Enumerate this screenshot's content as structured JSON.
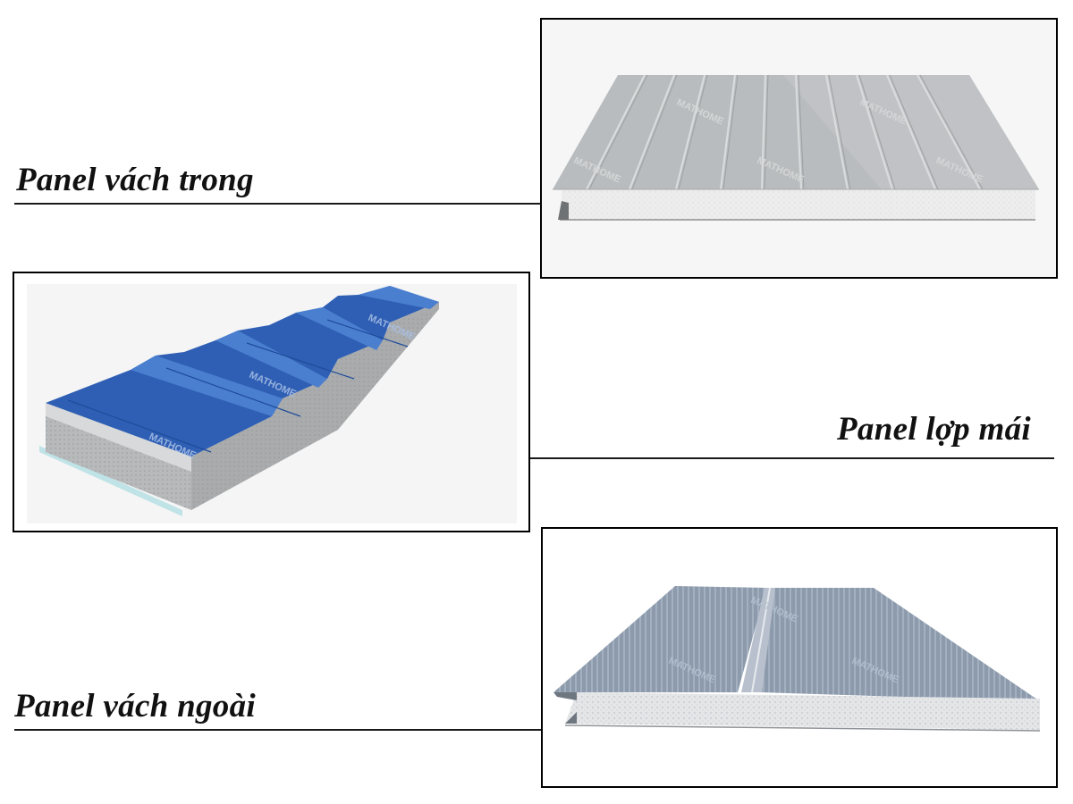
{
  "sections": [
    {
      "caption": "Panel vách trong",
      "image_alt": "Tấm panel vách trong màu xám bạc có rãnh dọc, lõi xốp EPS trắng",
      "watermark": "MATHOME",
      "colors": {
        "surface": "#b9bcbe",
        "core": "#eeeeee",
        "groove": "#d8dadb"
      }
    },
    {
      "caption": "Panel lợp mái",
      "image_alt": "Tấm panel lợp mái tôn sóng màu xanh dương, lõi xốp",
      "watermark": "MATHOME",
      "colors": {
        "surface": "#2f5fb4",
        "core": "#b4b6b8",
        "base": "#bfe3e6"
      }
    },
    {
      "caption": "Panel vách ngoài",
      "image_alt": "Tấm panel vách ngoài màu xám xanh có gân sọc nhỏ, lõi xốp EPS",
      "watermark": "MATHOME",
      "colors": {
        "surface": "#8c9aac",
        "core": "#e4e6e8",
        "seam": "#b7c0cc"
      }
    }
  ]
}
